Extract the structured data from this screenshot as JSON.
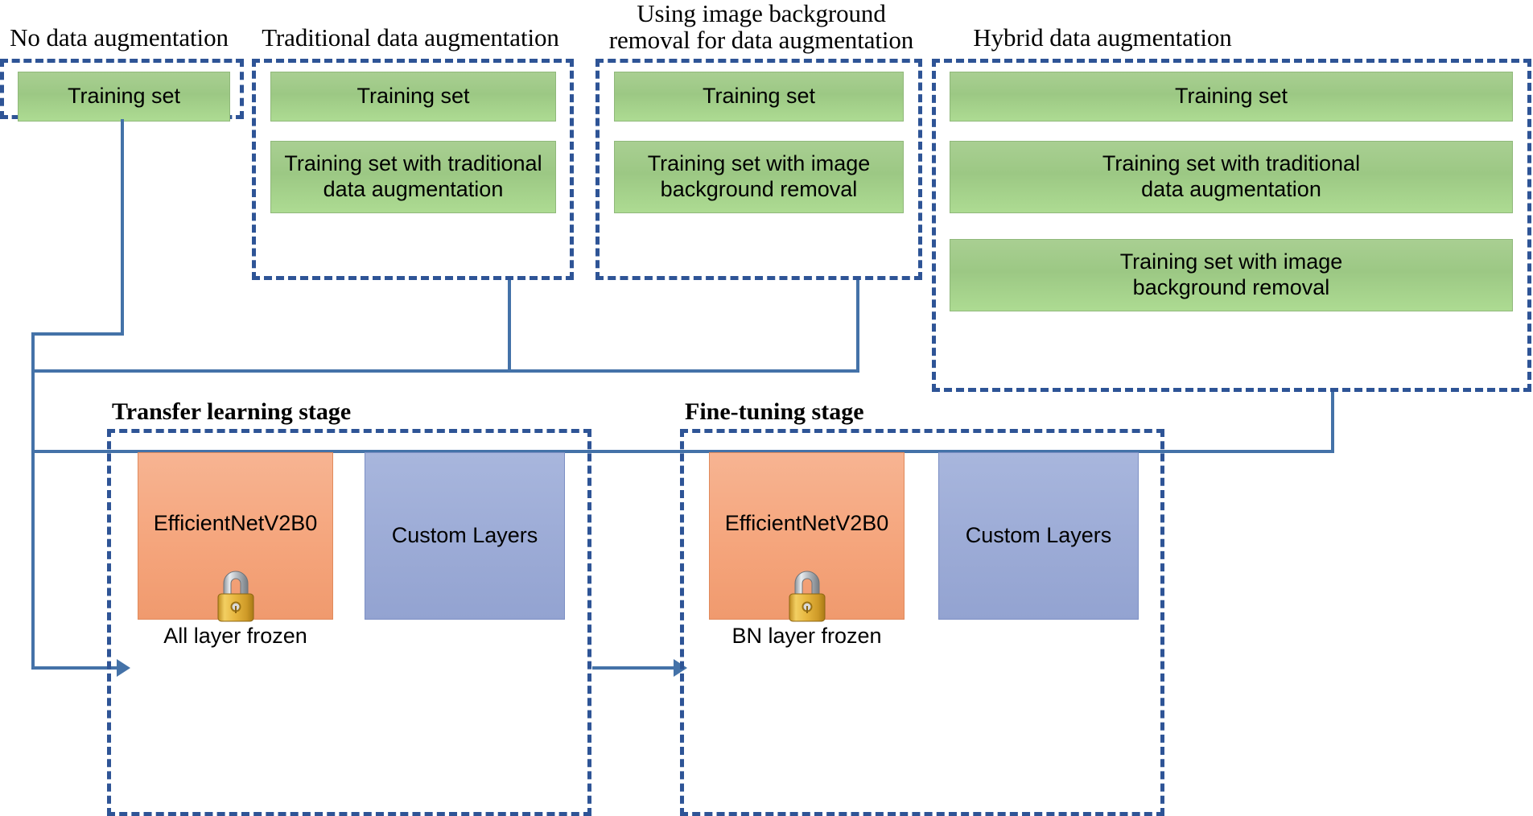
{
  "colors": {
    "connector": "#4472A8",
    "dashed_border": "#2E5496",
    "green_box": "#9CC884",
    "orange_box": "#F5A57C",
    "blue_box": "#9CABD6",
    "text": "#000000",
    "background": "#FFFFFF"
  },
  "groups": [
    {
      "title": "No data augmentation",
      "boxes": [
        {
          "label": "Training set"
        }
      ]
    },
    {
      "title": "Traditional data augmentation",
      "boxes": [
        {
          "label": "Training set"
        },
        {
          "label": "Training set with traditional\ndata augmentation"
        }
      ]
    },
    {
      "title": "Using image background\nremoval for data augmentation",
      "boxes": [
        {
          "label": "Training set"
        },
        {
          "label": "Training set with image\nbackground removal"
        }
      ]
    },
    {
      "title": "Hybrid data augmentation",
      "boxes": [
        {
          "label": "Training set"
        },
        {
          "label": "Training set with traditional\ndata augmentation"
        },
        {
          "label": "Training set with image\nbackground removal"
        }
      ]
    }
  ],
  "stages": [
    {
      "title": "Transfer learning stage",
      "model_label": "EfficientNetV2B0",
      "custom_label": "Custom Layers",
      "frozen_caption": "All layer frozen",
      "lock_icon": "padlock-icon"
    },
    {
      "title": "Fine-tuning stage",
      "model_label": "EfficientNetV2B0",
      "custom_label": "Custom Layers",
      "frozen_caption": "BN layer frozen",
      "lock_icon": "padlock-icon"
    }
  ]
}
